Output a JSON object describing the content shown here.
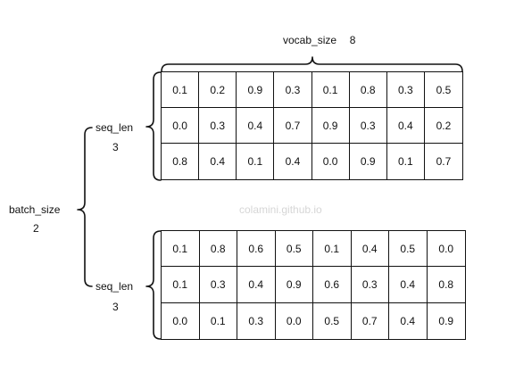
{
  "labels": {
    "vocab_size": "vocab_size",
    "vocab_size_value": "8",
    "seq_len_top": "seq_len",
    "seq_len_top_value": "3",
    "seq_len_bottom": "seq_len",
    "seq_len_bottom_value": "3",
    "batch_size": "batch_size",
    "batch_size_value": "2"
  },
  "watermark": "colamini.github.io",
  "tensors": [
    {
      "rows": [
        [
          "0.1",
          "0.2",
          "0.9",
          "0.3",
          "0.1",
          "0.8",
          "0.3",
          "0.5"
        ],
        [
          "0.0",
          "0.3",
          "0.4",
          "0.7",
          "0.9",
          "0.3",
          "0.4",
          "0.2"
        ],
        [
          "0.8",
          "0.4",
          "0.1",
          "0.4",
          "0.0",
          "0.9",
          "0.1",
          "0.7"
        ]
      ]
    },
    {
      "rows": [
        [
          "0.1",
          "0.8",
          "0.6",
          "0.5",
          "0.1",
          "0.4",
          "0.5",
          "0.0"
        ],
        [
          "0.1",
          "0.3",
          "0.4",
          "0.9",
          "0.6",
          "0.3",
          "0.4",
          "0.8"
        ],
        [
          "0.0",
          "0.1",
          "0.3",
          "0.0",
          "0.5",
          "0.7",
          "0.4",
          "0.9"
        ]
      ]
    }
  ]
}
